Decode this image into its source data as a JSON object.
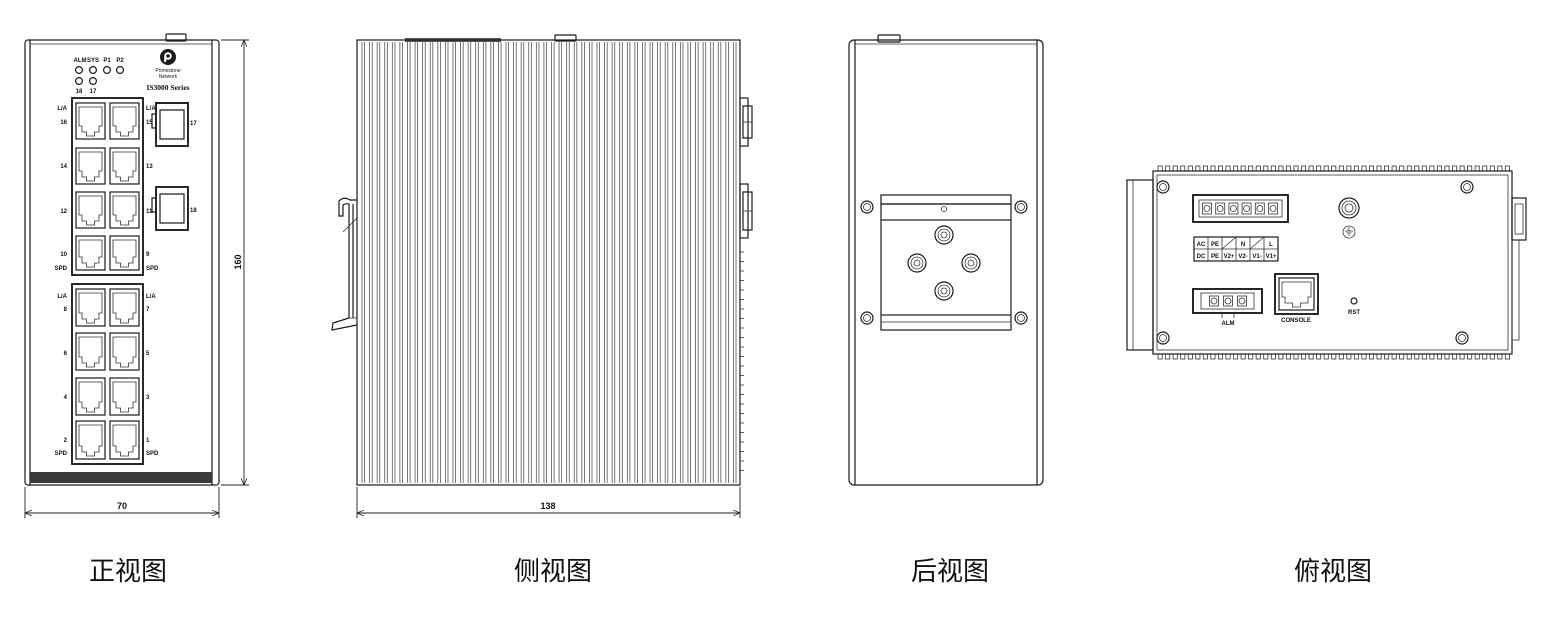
{
  "front_view": {
    "caption": "正视图",
    "status_led_labels": [
      "ALM",
      "SYS",
      "P1",
      "P2"
    ],
    "sfp_led_labels": [
      "18",
      "17"
    ],
    "logo_text": [
      "Primestone",
      "Network"
    ],
    "series": "IS3000 Series",
    "link_activity_label": "L/A",
    "speed_label": "SPD",
    "upper_ports": {
      "left": [
        "16",
        "14",
        "12",
        "10"
      ],
      "right": [
        "15",
        "13",
        "11",
        "9"
      ]
    },
    "lower_ports": {
      "left": [
        "8",
        "6",
        "4",
        "2"
      ],
      "right": [
        "7",
        "5",
        "3",
        "1"
      ]
    },
    "sfp_ports": [
      "17",
      "18"
    ],
    "height_dimension": "160",
    "width_dimension": "70"
  },
  "side_view": {
    "caption": "侧视图",
    "depth_dimension": "138"
  },
  "rear_view": {
    "caption": "后视图"
  },
  "top_view": {
    "caption": "俯视图",
    "power_legend": [
      [
        "AC",
        "PE",
        "",
        "N",
        "",
        "L"
      ],
      [
        "DC",
        "PE",
        "V2+",
        "V2-",
        "V1-",
        "V1+"
      ]
    ],
    "alarm_label": "ALM",
    "console_label": "CONSOLE",
    "reset_label": "RST"
  }
}
